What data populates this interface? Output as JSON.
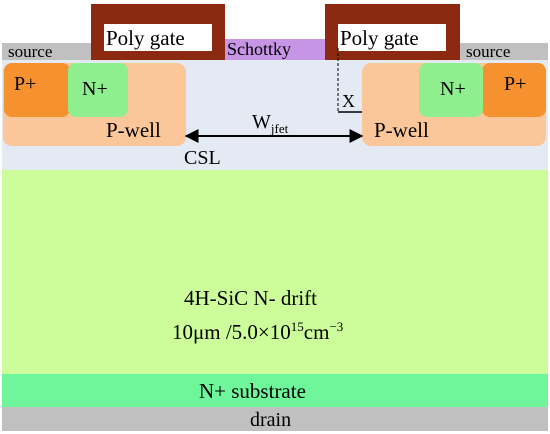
{
  "diagram": {
    "regions": {
      "source_left": "source",
      "source_right": "source",
      "schottky": "Schottky",
      "poly_gate_left": "Poly gate",
      "poly_gate_right": "Poly gate",
      "p_plus_left": "P+",
      "p_plus_right": "P+",
      "n_plus_left": "N+",
      "n_plus_right": "N+",
      "p_well_left": "P-well",
      "p_well_right": "P-well",
      "csl": "CSL",
      "drift_line1": "4H-SiC N- drift",
      "drift_line2_base": "10μm /5.0×10",
      "drift_line2_exp": "15",
      "drift_line2_unit": "cm",
      "drift_line2_unit_exp": "−3",
      "substrate": "N+ substrate",
      "drain": "drain"
    },
    "dimensions": {
      "wjfet_base": "W",
      "wjfet_sub": "jfet",
      "x_label": "X"
    },
    "colors": {
      "metal": "#c0c0c0",
      "schottky": "#c795e6",
      "poly_outer": "#8b2a10",
      "poly_inner": "#ffffff",
      "p_plus": "#f5912e",
      "n_plus": "#8fef8f",
      "p_well": "#fbc79a",
      "csl": "#e4eaf4",
      "drift": "#ccfd9a",
      "substrate": "#6ff59a",
      "drain": "#c0c0c0"
    }
  }
}
